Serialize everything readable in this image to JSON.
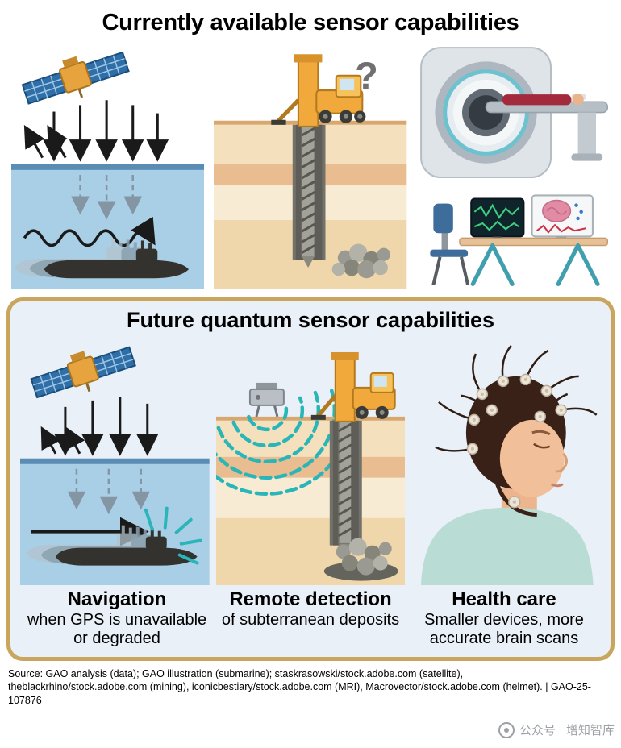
{
  "current": {
    "title": "Currently available sensor capabilities",
    "drilling_question_mark": "?",
    "illustrations": [
      "satellite-gps-submarine",
      "exploratory-drilling-rig",
      "mri-scanner-room"
    ]
  },
  "future": {
    "title": "Future quantum sensor capabilities",
    "illustrations": [
      "quantum-navigation-submarine",
      "quantum-subterranean-sensor",
      "quantum-eeg-helmet"
    ],
    "captions": [
      {
        "heading": "Navigation",
        "body": "when GPS is unavailable or degraded"
      },
      {
        "heading": "Remote detection",
        "body": "of subterranean deposits"
      },
      {
        "heading": "Health care",
        "body": "Smaller devices, more accurate brain scans"
      }
    ]
  },
  "source": {
    "text": "Source: GAO analysis (data); GAO illustration (submarine); staskrasowski/stock.adobe.com (satellite), theblackrhino/stock.adobe.com (mining), iconicbestiary/stock.adobe.com (MRI), Macrovector/stock.adobe.com (helmet).  |  GAO-25-107876"
  },
  "watermark": {
    "label": "公众号",
    "name": "增知智库"
  },
  "colors": {
    "future_border": "#c9a55e",
    "future_bg": "#e9f0f7",
    "water": "#a9cfe7",
    "quantum_teal": "#2ab5b8"
  }
}
